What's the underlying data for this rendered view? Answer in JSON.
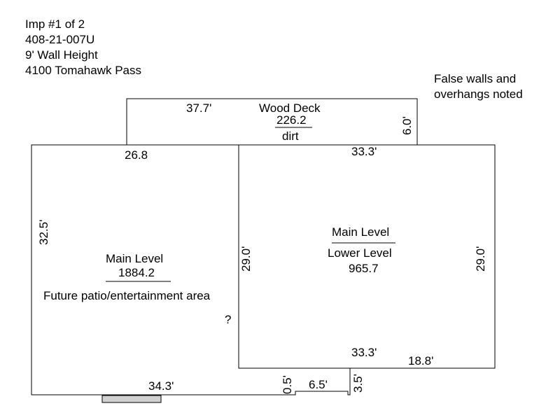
{
  "header": {
    "line1": "Imp #1 of 2",
    "line2": "408-21-007U",
    "line3": "9' Wall Height",
    "line4": "4100 Tomahawk Pass"
  },
  "note": {
    "line1": "False walls and",
    "line2": "overhangs noted"
  },
  "deck": {
    "name": "Wood Deck",
    "area": "226.2",
    "surface": "dirt",
    "top_length": "37.7'",
    "side_length": "6.0'"
  },
  "left_area": {
    "name": "Main Level",
    "area": "1884.2",
    "description": "Future patio/entertainment area",
    "top_length": "26.8",
    "side_length": "32.5'",
    "bottom_length": "34.3'",
    "question": "?"
  },
  "right_area": {
    "upper_name": "Main Level",
    "lower_name": "Lower Level",
    "area": "965.7",
    "top_length": "33.3'",
    "bottom_length": "33.3'",
    "left_length": "29.0'",
    "right_length": "29.0'",
    "offset_length": "18.8'"
  },
  "jog": {
    "left_height": "0.5'",
    "width": "6.5'",
    "right_height": "3.5'"
  }
}
